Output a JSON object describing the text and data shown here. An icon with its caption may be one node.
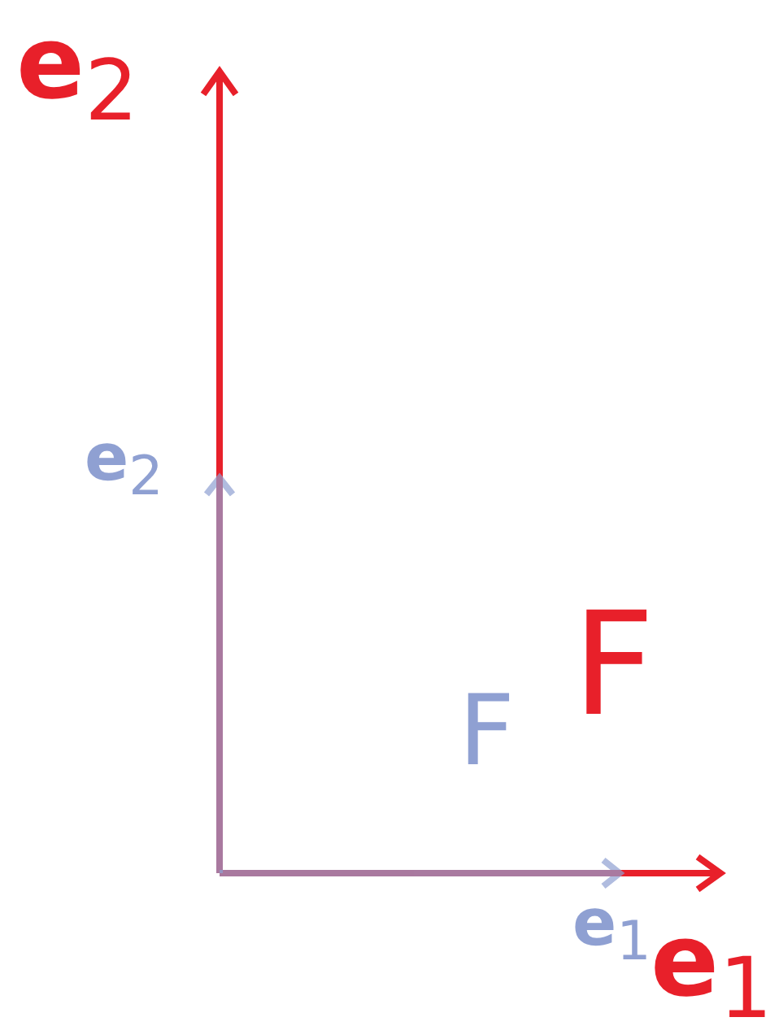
{
  "diagram": {
    "labels": [
      "**e**$_{2}$",
      "**e**$_{2}$",
      "F",
      "F",
      "**e**$_{1}$",
      "**e**$_{1}$"
    ]
  }
}
